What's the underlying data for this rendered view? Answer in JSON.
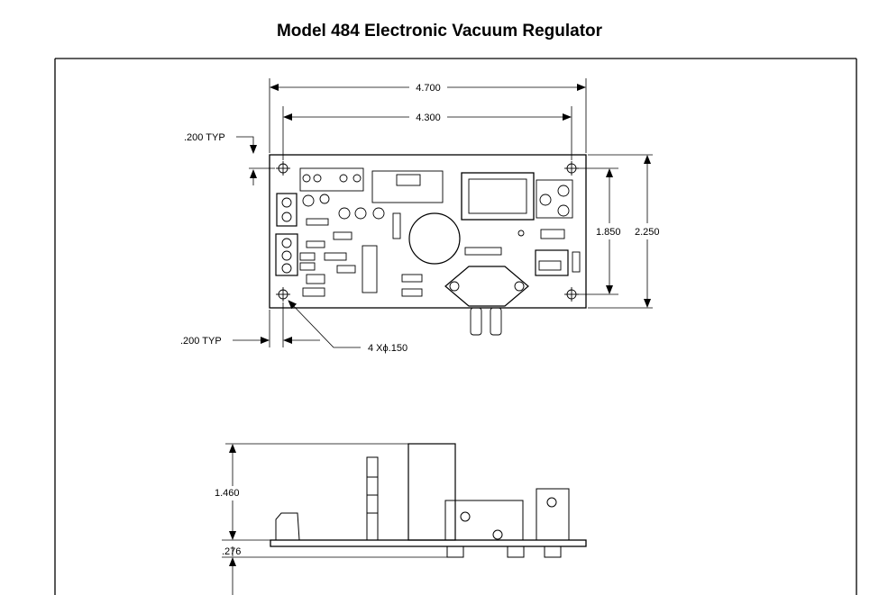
{
  "title": "Model 484 Electronic Vacuum Regulator",
  "dimensions": {
    "overall_width": "4.700",
    "hole_spacing_width": "4.300",
    "hole_spacing_height": "1.850",
    "overall_height": "2.250",
    "edge_offset_top": ".200 TYP",
    "edge_offset_left": ".200 TYP",
    "mount_holes": "4 Xϕ.150",
    "side_total_height": "1.460",
    "side_base_height": ".276"
  }
}
